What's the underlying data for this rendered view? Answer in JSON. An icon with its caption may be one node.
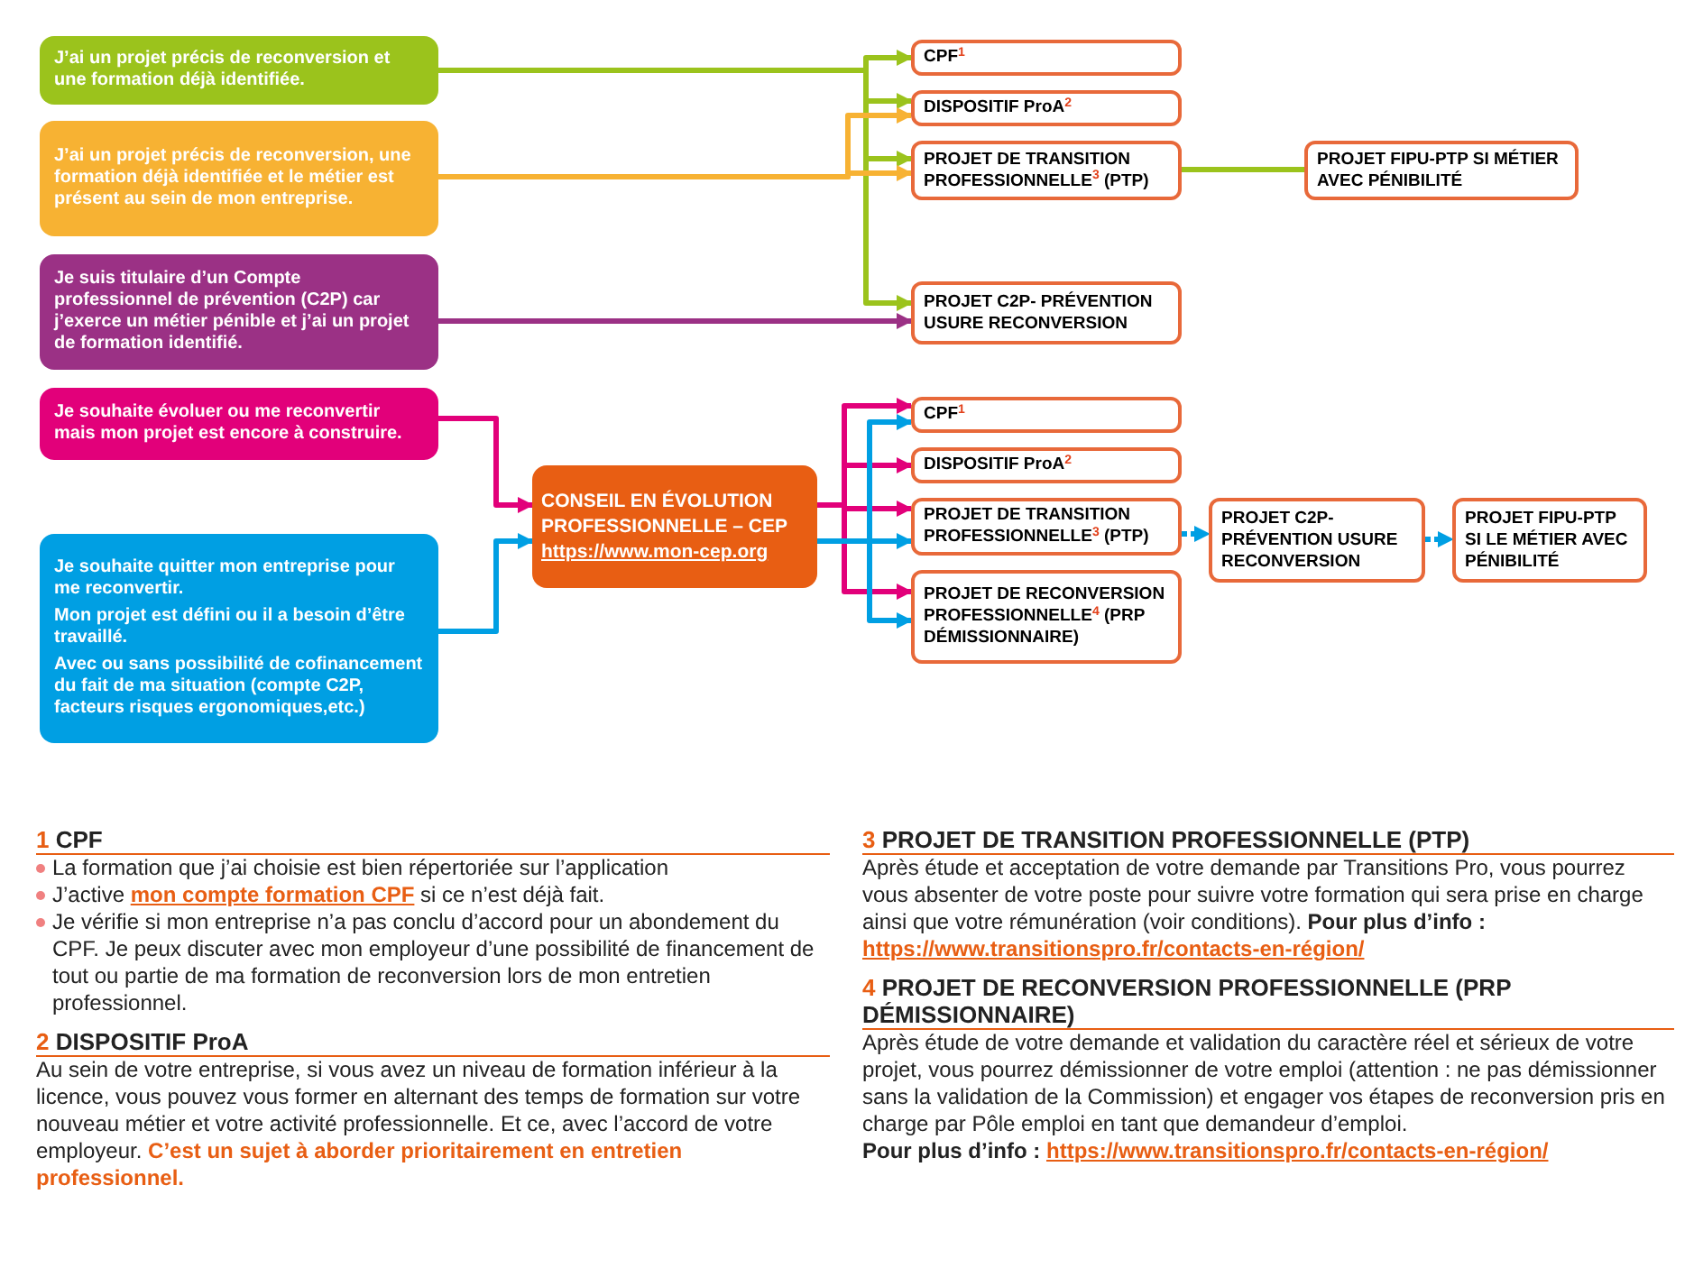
{
  "diagram": {
    "nodes": [
      {
        "text": [
          "J’ai un projet précis de reconversion et une formation déjà identifiée."
        ]
      },
      {
        "text": [
          "J’ai un projet précis de reconversion, une formation déjà identifiée et le métier est présent au sein de mon entreprise."
        ]
      },
      {
        "text": [
          "Je suis titulaire d’un Compte professionnel de prévention (C2P) car j’exerce un métier pénible et j’ai un projet de formation identifié."
        ]
      },
      {
        "text": [
          "Je souhaite évoluer ou me reconvertir mais mon projet est encore à construire."
        ]
      },
      {
        "text": [
          "Je souhaite quitter mon entreprise pour me reconvertir.",
          "Mon projet est défini ou il a besoin d’être travaillé.",
          "Avec ou sans possibilité de cofinancement du fait de ma situation (compte C2P, facteurs risques ergonomiques,etc.)"
        ]
      },
      {
        "text": [
          "CONSEIL EN ÉVOLUTION PROFESSIONNELLE – CEP",
          "https://www.mon-cep.org"
        ]
      },
      {
        "text": [
          "CPF$^{1}$"
        ]
      },
      {
        "text": [
          "DISPOSITIF ProA$^{2}$"
        ]
      },
      {
        "text": [
          "PROJET DE TRANSITION PROFESSIONNELLE$^{3}$ (PTP)"
        ]
      },
      {
        "text": [
          "PROJET C2P- PRÉVENTION USURE RECONVERSION"
        ]
      },
      {
        "text": [
          "PROJET FIPU-PTP SI MÉTIER AVEC PÉNIBILITÉ"
        ]
      },
      {
        "text": [
          "CPF$^{1}$"
        ]
      },
      {
        "text": [
          "DISPOSITIF ProA$^{2}$"
        ]
      },
      {
        "text": [
          "PROJET DE TRANSITION PROFESSIONNELLE$^{3}$ (PTP)"
        ]
      },
      {
        "text": [
          "PROJET DE RECONVERSION PROFESSIONNELLE$^{4}$ (PRP DÉMISSIONNAIRE)"
        ]
      },
      {
        "text": [
          "PROJET C2P- PRÉVENTION USURE RECONVERSION"
        ]
      },
      {
        "text": [
          "PROJET FIPU-PTP SI LE MÉTIER AVEC PÉNIBILITÉ"
        ]
      }
    ],
    "edges": [
      {
        "from": 0,
        "to": 6,
        "arrow": "to",
        "color": "#9bc31c"
      },
      {
        "from": 0,
        "to": 7,
        "arrow": "to",
        "color": "#9bc31c"
      },
      {
        "from": 0,
        "to": 8,
        "arrow": "to",
        "color": "#9bc31c"
      },
      {
        "from": 0,
        "to": 9,
        "arrow": "to",
        "color": "#9bc31c"
      },
      {
        "from": 1,
        "to": 7,
        "arrow": "to",
        "color": "#f7b233"
      },
      {
        "from": 1,
        "to": 8,
        "arrow": "to",
        "color": "#f7b233"
      },
      {
        "from": 2,
        "to": 9,
        "arrow": "to",
        "color": "#9b3185"
      },
      {
        "from": 8,
        "to": 10,
        "arrow": "none",
        "color": "#9bc31c"
      },
      {
        "from": 3,
        "to": 5,
        "arrow": "to",
        "color": "#e2007a"
      },
      {
        "from": 4,
        "to": 5,
        "arrow": "to",
        "color": "#009fe3"
      },
      {
        "from": 5,
        "to": 11,
        "arrow": "to",
        "color": "#e2007a"
      },
      {
        "from": 5,
        "to": 12,
        "arrow": "to",
        "color": "#e2007a"
      },
      {
        "from": 5,
        "to": 13,
        "arrow": "to",
        "color": "#e2007a"
      },
      {
        "from": 5,
        "to": 14,
        "arrow": "to",
        "color": "#e2007a"
      },
      {
        "from": 5,
        "to": 11,
        "arrow": "to",
        "color": "#009fe3"
      },
      {
        "from": 5,
        "to": 13,
        "arrow": "to",
        "color": "#009fe3"
      },
      {
        "from": 5,
        "to": 14,
        "arrow": "to",
        "color": "#009fe3"
      },
      {
        "from": 13,
        "to": 15,
        "arrow": "to",
        "style": "dashed",
        "color": "#009fe3"
      },
      {
        "from": 15,
        "to": 16,
        "arrow": "to",
        "style": "dashed",
        "color": "#009fe3"
      }
    ],
    "labels": [
      "1",
      "CPF",
      "La formation que j’ai choisie est bien répertoriée sur l’application",
      "J’active",
      "mon compte formation CPF",
      "si ce n’est déjà fait.",
      "Je vérifie si mon entreprise n’a pas conclu d’accord pour un abondement du CPF. Je peux discuter avec mon employeur d’une possibilité de financement de tout ou partie de ma formation de reconversion lors de mon entretien professionnel.",
      "2",
      "DISPOSITIF ProA",
      "Au sein de votre entreprise, si vous avez un niveau de formation inférieur à la licence, vous pouvez vous former en alternant des temps de formation sur votre nouveau métier et votre activité professionnelle. Et ce, avec l’accord de votre employeur.",
      "C’est un sujet à aborder prioritairement en entretien professionnel.",
      "3",
      "PROJET DE TRANSITION PROFESSIONNELLE (PTP)",
      "Après étude et acceptation de votre demande par Transitions Pro, vous pourrez vous absenter de votre poste pour suivre votre formation qui sera prise en charge ainsi que votre rémunération (voir conditions).",
      "Pour plus d’info :",
      "https://www.transitionspro.fr/contacts-en-région/",
      "4",
      "PROJET DE RECONVERSION PROFESSIONNELLE (PRP DÉMISSIONNAIRE)",
      "Après étude de votre demande et validation du caractère réel et sérieux de votre projet, vous pourrez démissionner de votre emploi (attention : ne pas démissionner sans la validation de la Commission) et engager vos étapes de reconversion pris en charge par Pôle emploi en tant que demandeur d’emploi.",
      "Pour plus d’info :",
      "https://www.transitionspro.fr/contacts-en-région/"
    ]
  }
}
